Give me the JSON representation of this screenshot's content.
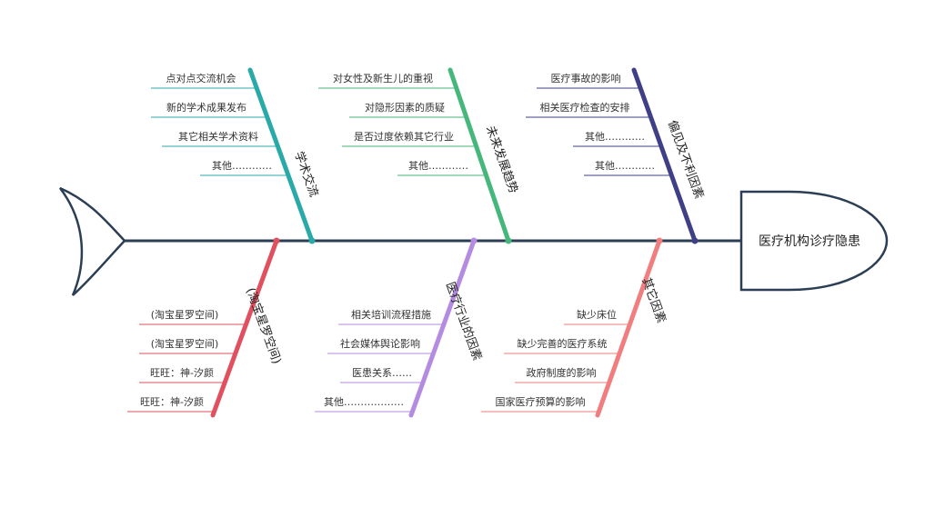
{
  "head": {
    "label": "医疗机构诊疗隐患"
  },
  "colors": {
    "spine": "#2c3e55",
    "outline": "#2c3e55"
  },
  "branches": {
    "top1": {
      "title": "学术交流",
      "color": "#2aa9a9",
      "items": [
        "点对点交流机会",
        "新的学术成果发布",
        "其它相关学术资料",
        "其他…………"
      ]
    },
    "top2": {
      "title": "未来发展趋势",
      "color": "#45b77a",
      "items": [
        "对女性及新生儿的重视",
        "对隐形因素的质疑",
        "是否过度依赖其它行业",
        "其他…………"
      ]
    },
    "top3": {
      "title": "偏见及不利因素",
      "color": "#3f3f87",
      "items": [
        "医疗事故的影响",
        "相关医疗检查的安排",
        "其他…………",
        "其他…………"
      ]
    },
    "bot1": {
      "title": "(淘宝星罗空间)",
      "color": "#e0505f",
      "items": [
        "(淘宝星罗空间)",
        "(淘宝星罗空间)",
        "旺旺：神-汐颜",
        "旺旺：神-汐颜"
      ]
    },
    "bot2": {
      "title": "医疗行业的因素",
      "color": "#b48be0",
      "items": [
        "相关培训流程措施",
        "社会媒体舆论影响",
        "医患关系……",
        "其他………………"
      ]
    },
    "bot3": {
      "title": "其它因素",
      "color": "#f07e7e",
      "items": [
        "缺少床位",
        "缺少完善的医疗系统",
        "政府制度的影响",
        "国家医疗预算的影响"
      ]
    }
  }
}
